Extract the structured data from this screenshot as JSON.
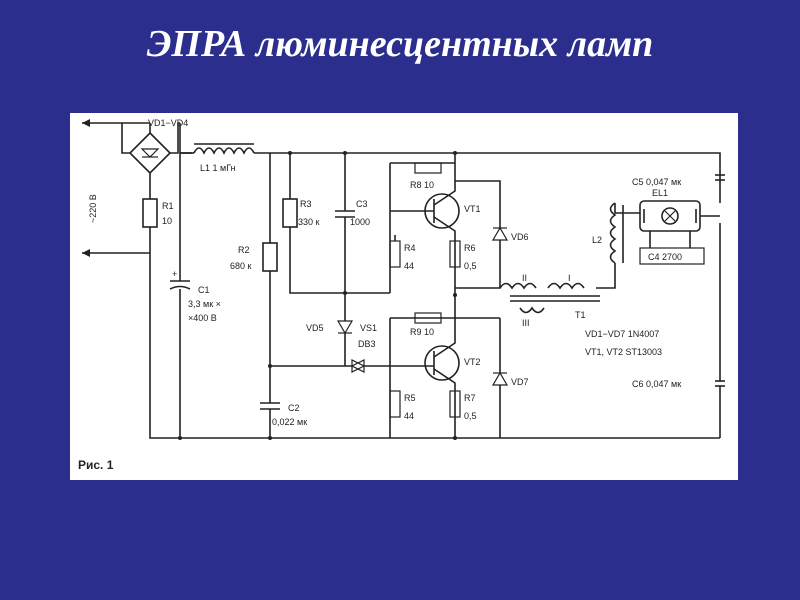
{
  "slide": {
    "title": "ЭПРА люминесцентных ламп"
  },
  "figure_caption": "Рис. 1",
  "mains_label": "~220 В",
  "components": {
    "bridge": "VD1−VD4",
    "L1": "L1 1 мГн",
    "R1": "R1",
    "R1_val": "10",
    "C1": "C1",
    "C1_val1": "3,3 мк ×",
    "C1_val2": "×400 В",
    "R2": "R2",
    "R2_val": "680 к",
    "R3": "R3",
    "R3_val": "330 к",
    "C3": "C3",
    "C3_val": "1000",
    "R8": "R8 10",
    "VT1": "VT1",
    "R4": "R4",
    "R4_val": "44",
    "R6": "R6",
    "R6_val": "0,5",
    "VD6": "VD6",
    "L2": "L2",
    "EL1": "EL1",
    "C5": "C5 0,047 мк",
    "C4": "C4 2700",
    "T1": "T1",
    "T1_w1": "I",
    "T1_w2": "II",
    "T1_w3": "III",
    "VD5": "VD5",
    "VS1": "VS1",
    "VS1_type": "DB3",
    "R9": "R9 10",
    "VT2": "VT2",
    "R5": "R5",
    "R5_val": "44",
    "R7": "R7",
    "R7_val": "0,5",
    "VD7": "VD7",
    "C2": "C2",
    "C2_val": "0,022 мк",
    "C6": "C6 0,047 мк",
    "note1": "VD1−VD7 1N4007",
    "note2": "VT1, VT2 ST13003"
  }
}
